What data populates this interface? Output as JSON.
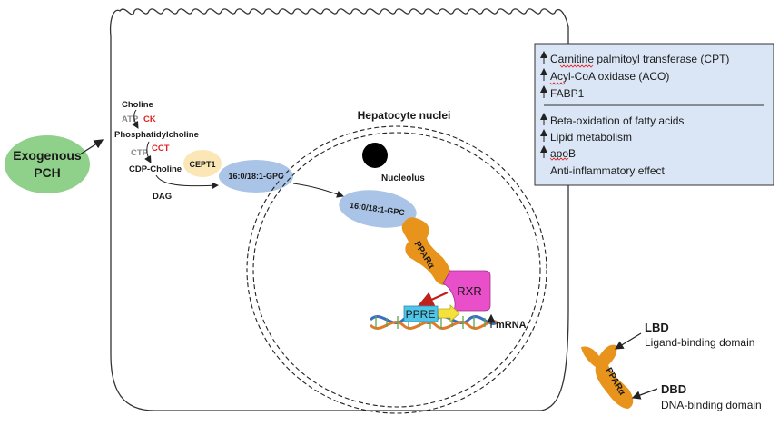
{
  "exogenous": {
    "line1": "Exogenous",
    "line2": "PCH"
  },
  "pathway": {
    "choline": "Choline",
    "atp": "ATP",
    "ck": "CK",
    "phosphatidylcholine": "Phosphatidylcholine",
    "ctp": "CTP",
    "cct": "CCT",
    "cdp_choline": "CDP-Choline",
    "cept1": "CEPT1",
    "dag": "DAG",
    "gpc_cytoplasm": "16:0/18:1-GPC",
    "gpc_nucleus": "16:0/18:1-GPC"
  },
  "nucleus": {
    "title": "Hepatocyte nuclei",
    "nucleolus": "Nucleolus",
    "ppara": "PPARα",
    "rxr": "RXR",
    "ppre": "PPRE",
    "mrna": "mRNA"
  },
  "effects_box": {
    "genes": [
      "Carnitine palmitoyl transferase (CPT)",
      "Acyl-CoA oxidase (ACO)",
      "FABP1"
    ],
    "outcomes": [
      "Beta-oxidation of fatty acids",
      "Lipid metabolism",
      "apoB",
      "Anti-inflammatory effect"
    ],
    "outcome_arrows": [
      true,
      true,
      true,
      false
    ]
  },
  "legend": {
    "ppara": "PPARα",
    "lbd_title": "LBD",
    "lbd_desc": "Ligand-binding domain",
    "dbd_title": "DBD",
    "dbd_desc": "DNA-binding domain"
  },
  "colors": {
    "exogenous_fill": "#8fd18a",
    "gpc_fill": "#a9c4e6",
    "cept1_fill": "#fbe7b5",
    "ppar_fill": "#e8941c",
    "rxr_fill": "#e84fc8",
    "ppre_fill": "#4fc6e8",
    "arrow_yellow": "#f4e23a",
    "box_fill": "#dae6f5",
    "enzyme_red": "#e02020"
  }
}
